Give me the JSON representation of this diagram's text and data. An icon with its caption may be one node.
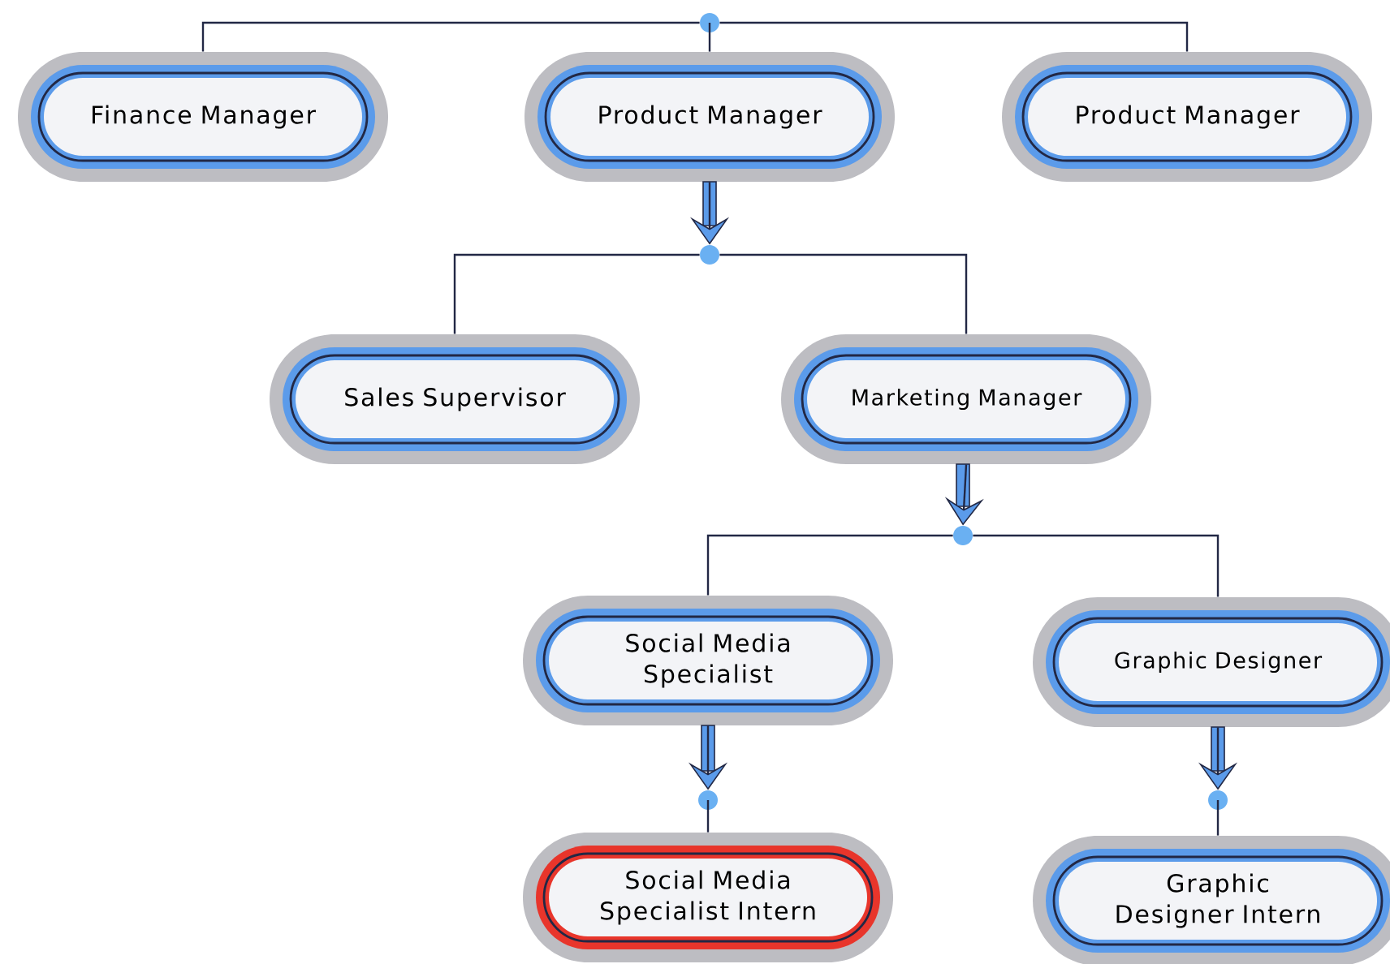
{
  "diagram": {
    "nodes": [
      {
        "text": [],
        "shape": "circle"
      },
      {
        "text": [
          "Finance Manager"
        ]
      },
      {
        "text": [
          "Product Manager"
        ]
      },
      {
        "text": [
          "Product Manager"
        ]
      },
      {
        "text": [],
        "shape": "circle"
      },
      {
        "text": [
          "Sales Supervisor"
        ]
      },
      {
        "text": [
          "Marketing Manager"
        ]
      },
      {
        "text": [],
        "shape": "circle"
      },
      {
        "text": [
          "Social Media Specialist"
        ]
      },
      {
        "text": [
          "Graphic Designer"
        ]
      },
      {
        "text": [],
        "shape": "circle"
      },
      {
        "text": [],
        "shape": "circle"
      },
      {
        "text": [
          "Social Media Specialist Intern"
        ]
      },
      {
        "text": [
          "Graphic Designer Intern"
        ]
      }
    ],
    "edges": [
      {
        "from": 0,
        "to": 1,
        "arrow": "none"
      },
      {
        "from": 0,
        "to": 2,
        "arrow": "none"
      },
      {
        "from": 0,
        "to": 3,
        "arrow": "none"
      },
      {
        "from": 2,
        "to": 4,
        "arrow": "to"
      },
      {
        "from": 4,
        "to": 5,
        "arrow": "none"
      },
      {
        "from": 4,
        "to": 6,
        "arrow": "none"
      },
      {
        "from": 6,
        "to": 7,
        "arrow": "to"
      },
      {
        "from": 7,
        "to": 8,
        "arrow": "none"
      },
      {
        "from": 7,
        "to": 9,
        "arrow": "none"
      },
      {
        "from": 8,
        "to": 10,
        "arrow": "to"
      },
      {
        "from": 9,
        "to": 11,
        "arrow": "to"
      },
      {
        "from": 10,
        "to": 12,
        "arrow": "none"
      },
      {
        "from": 11,
        "to": 13,
        "arrow": "none"
      }
    ]
  }
}
